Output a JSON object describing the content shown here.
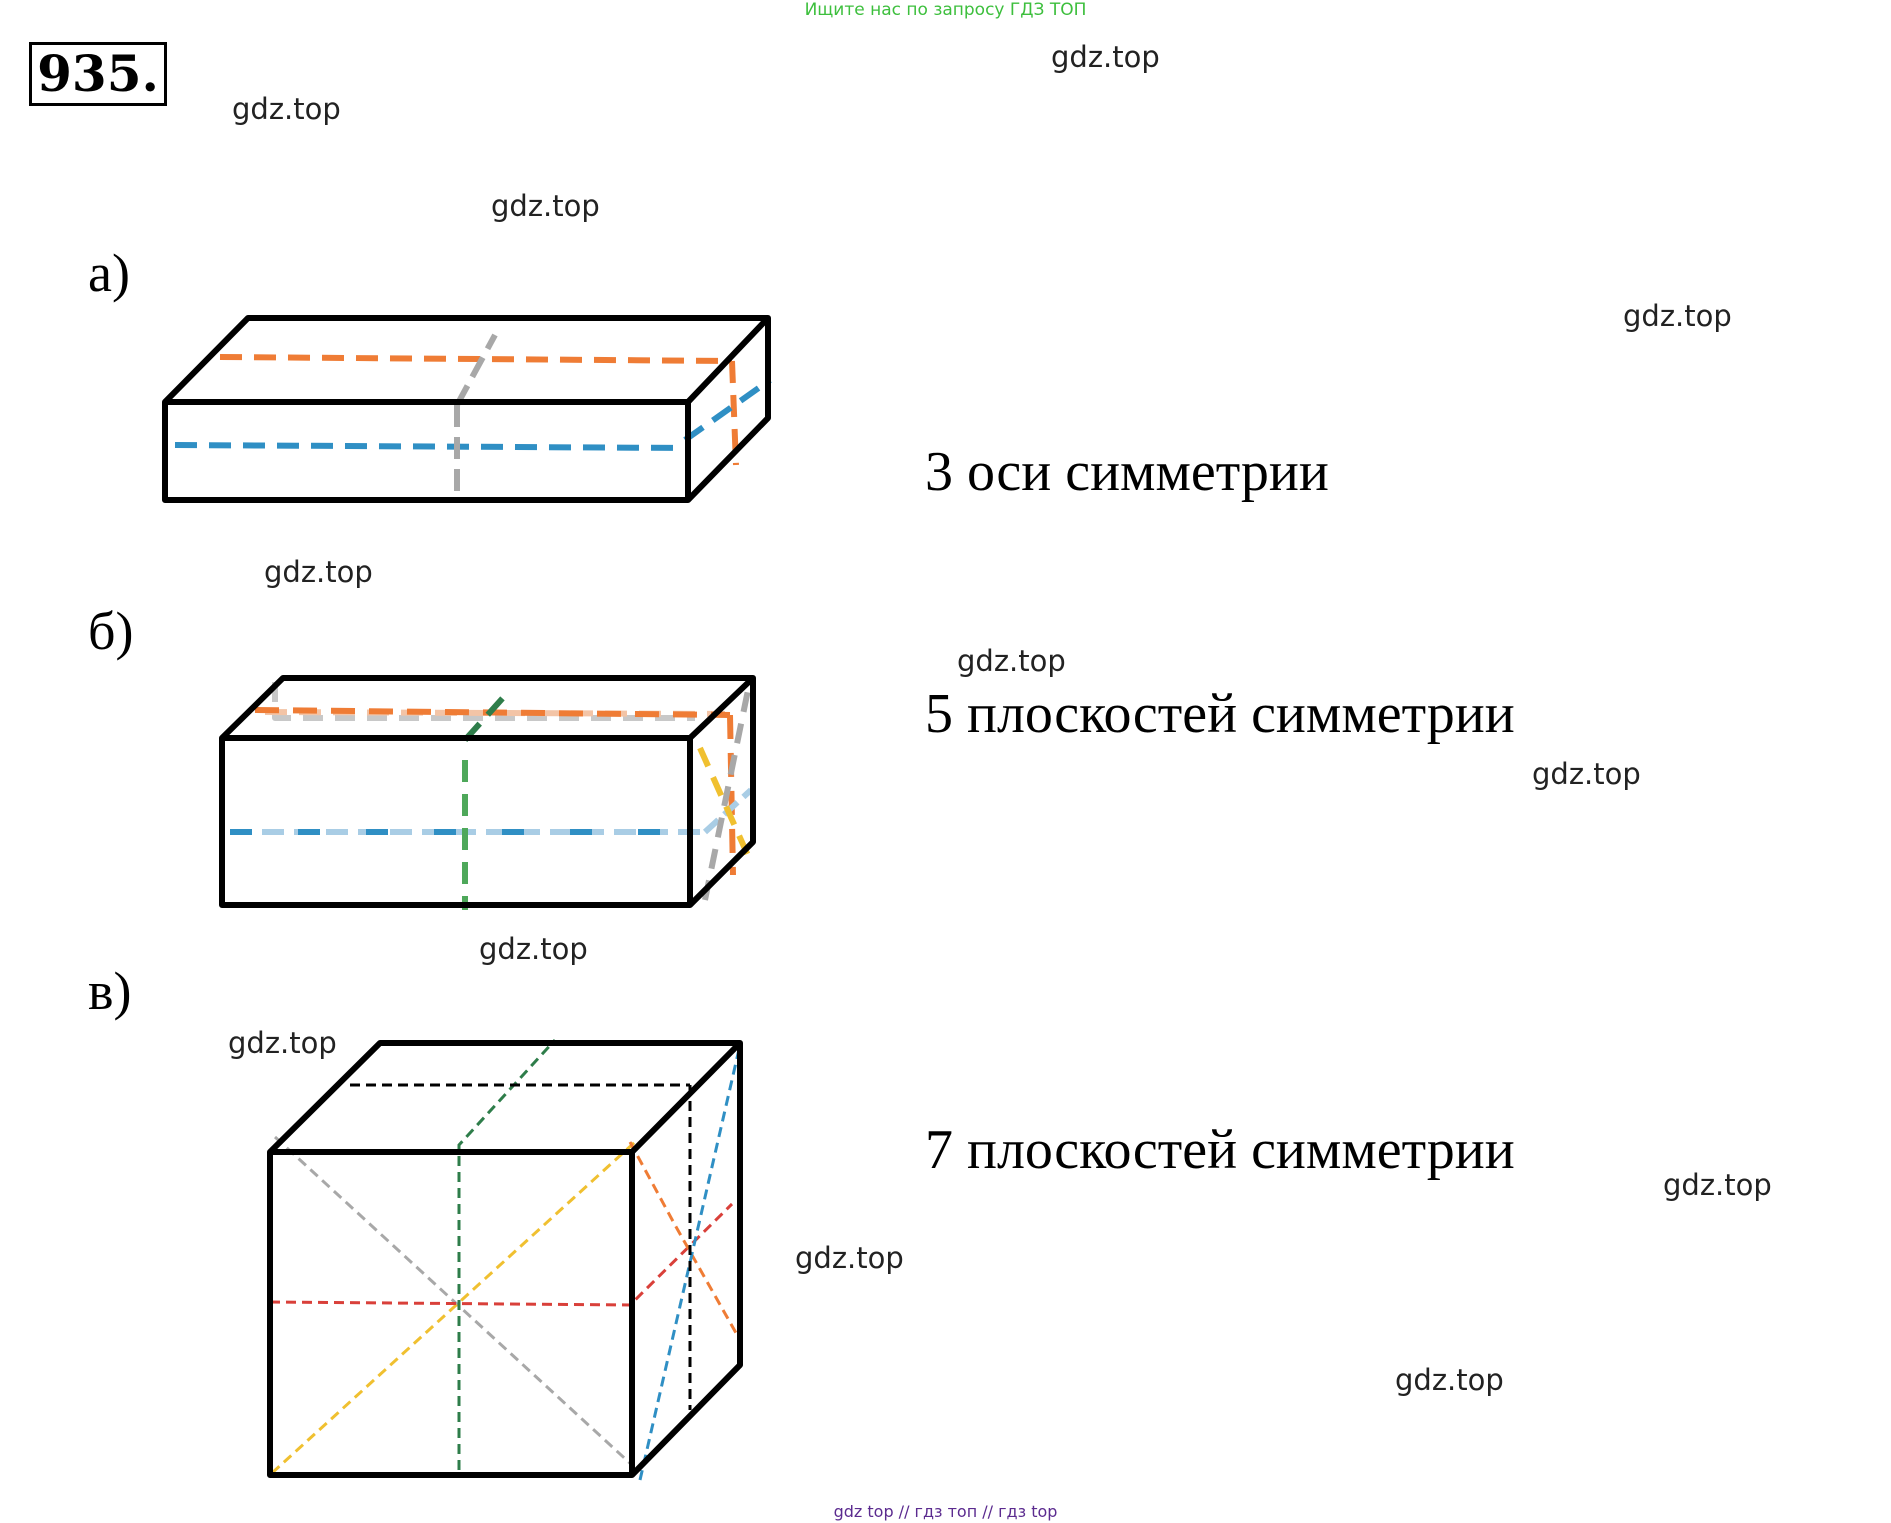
{
  "banner": "Ищите нас по запросу ГДЗ ТОП",
  "problem_number": "935.",
  "watermark": "gdz.top",
  "parts": [
    {
      "label": "а)",
      "answer": "3 оси симметрии"
    },
    {
      "label": "б)",
      "answer": "5 плоскостей симметрии"
    },
    {
      "label": "в)",
      "answer": "7 плоскостей симметрии"
    }
  ],
  "footer": "gdz top  //  гдз топ  //  гдз top",
  "colors": {
    "edge": "#000000",
    "orange": "#ef7c35",
    "blue": "#2f8fc4",
    "gray": "#a8a8a8",
    "green": "#4ea85a",
    "yellow": "#f0c030",
    "red": "#d9403a",
    "lightblue": "#a9cde5",
    "peach": "#f3c4a6",
    "darkgreen": "#2e7d4a"
  }
}
